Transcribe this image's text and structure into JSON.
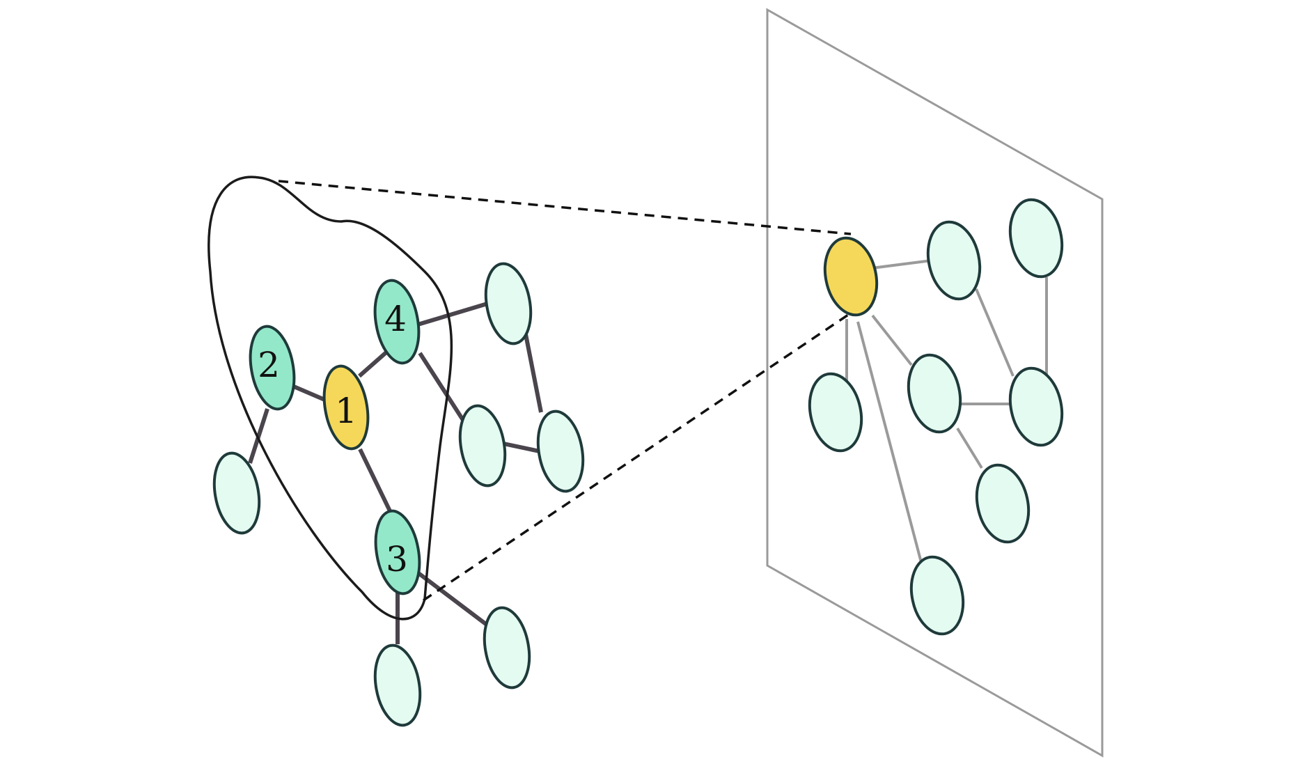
{
  "colors": {
    "center_node": "#f5d85a",
    "neighbor_node": "#93e8c9",
    "outer_node": "#e4fbf1",
    "node_stroke": "#1f3a3a",
    "left_edge": "#4a444c",
    "right_edge": "#9a9a9a",
    "plane_border": "#9a9a9a",
    "boundary": "#1b1b1b",
    "projection_line": "#111111"
  },
  "left_graph": {
    "labels": {
      "center": "1",
      "n2": "2",
      "n3": "3",
      "n4": "4"
    }
  }
}
